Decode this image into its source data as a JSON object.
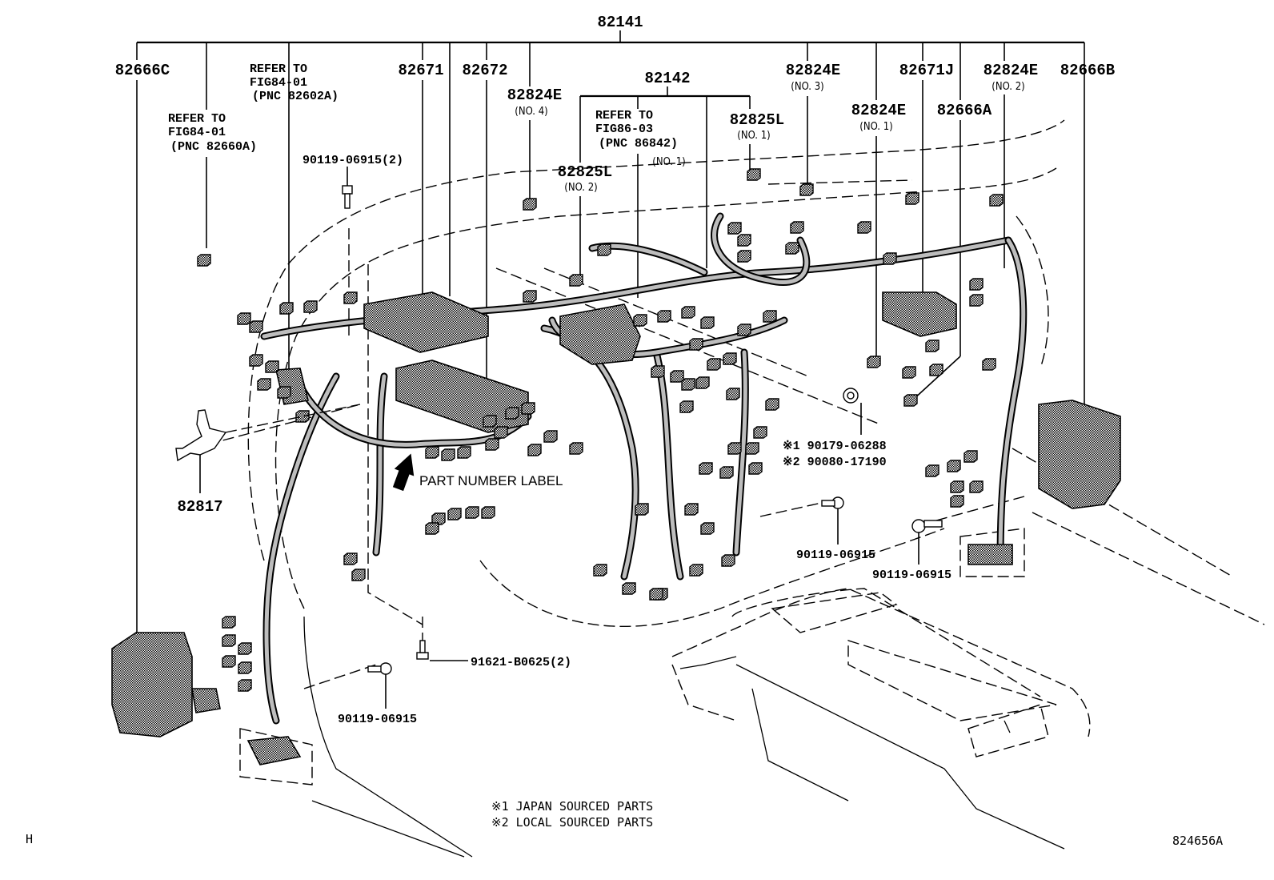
{
  "diagram": {
    "main_assembly": "82141",
    "sub_assembly": "82142",
    "labels": {
      "82666C": "82666C",
      "82671": "82671",
      "82672": "82672",
      "82824E_no4": "82824E",
      "82824E_no4_sub": "(NO. 4)",
      "82825L_no2": "82825L",
      "82825L_no2_sub": "(NO. 2)",
      "82825L_no1": "82825L",
      "82825L_no1_sub": "(NO. 1)",
      "fig86_sub": "(NO. 1)",
      "82824E_no3": "82824E",
      "82824E_no3_sub": "(NO. 3)",
      "82824E_no1": "82824E",
      "82824E_no1_sub": "(NO. 1)",
      "82671J": "82671J",
      "82666A": "82666A",
      "82824E_no2": "82824E",
      "82824E_no2_sub": "(NO. 2)",
      "82666B": "82666B",
      "82817": "82817",
      "bolt_top": "90119-06915(2)",
      "bolt_mid": "90119-06915",
      "bolt_right": "90119-06915",
      "bolt_bottom": "90119-06915",
      "bolt_9162": "91621-B0625(2)",
      "nut_japan": "※1 90179-06288",
      "nut_local": "※2 90080-17190"
    },
    "references": {
      "ref_82602A": [
        "REFER TO",
        "FIG84-01",
        "(PNC 82602A)"
      ],
      "ref_82660A": [
        "REFER TO",
        "FIG84-01",
        "(PNC 82660A)"
      ],
      "ref_86842": [
        "REFER TO",
        "FIG86-03",
        "(PNC 86842)"
      ]
    },
    "part_number_label": "PART NUMBER LABEL",
    "notes": [
      "※1 JAPAN SOURCED PARTS",
      "※2 LOCAL SOURCED PARTS"
    ],
    "corner_left": "H",
    "figure_id": "824656A"
  }
}
